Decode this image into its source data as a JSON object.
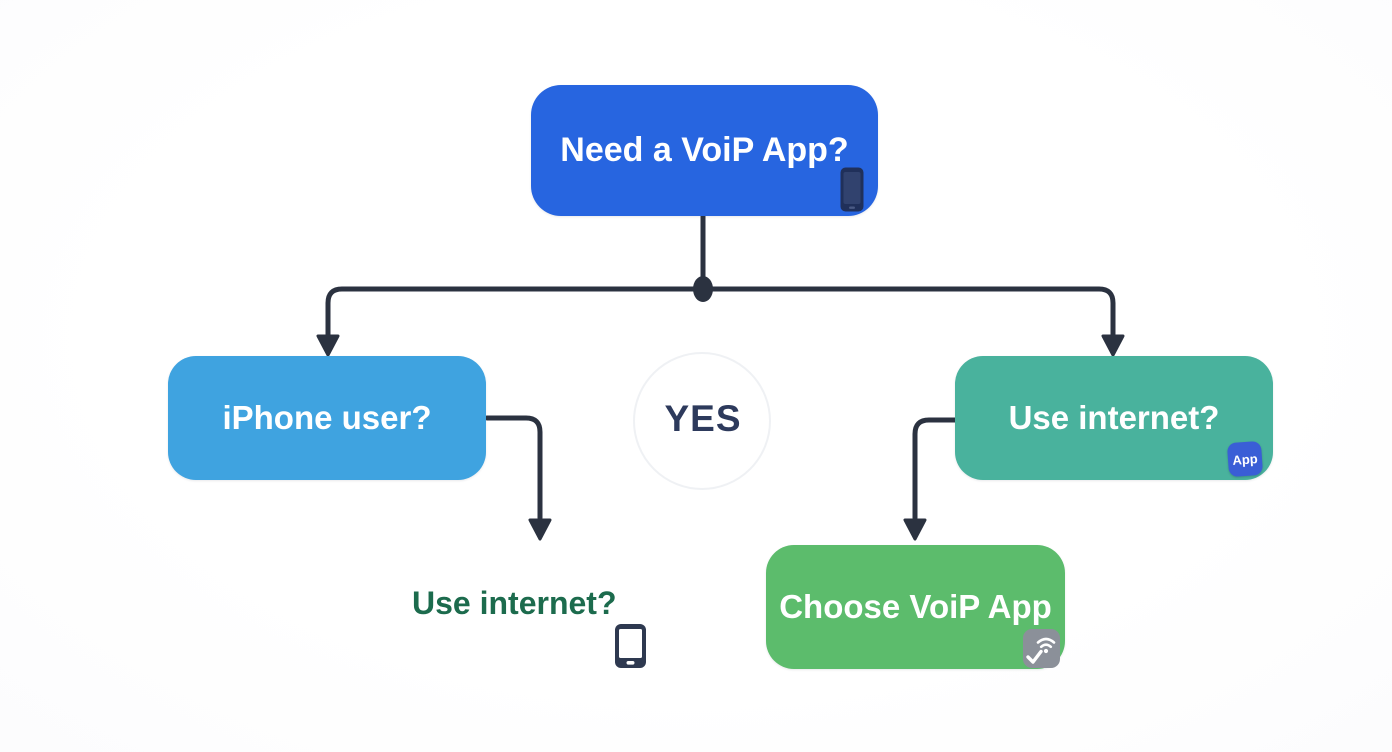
{
  "diagram": {
    "root": {
      "label": "Need a VoiP App?"
    },
    "branch_label": "YES",
    "left": {
      "label": "iPhone user?"
    },
    "right": {
      "label": "Use internet?",
      "badge": "App"
    },
    "left_leaf": {
      "label": "Use internet?"
    },
    "right_leaf": {
      "label": "Choose VoiP App"
    }
  },
  "icons": {
    "root_icon": "smartphone-icon",
    "right_badge_icon": "app-badge",
    "right_leaf_icon": "wifi-check-icon",
    "left_leaf_icon": "smartphone-outline-icon"
  },
  "colors": {
    "root_box": "#2765E0",
    "left_box": "#3FA3E0",
    "right_box": "#49B29D",
    "child_box": "#5CBC6C",
    "connector": "#2B3240",
    "branch_text": "#2D3A5C",
    "leaf_text": "#1C6B4D",
    "app_badge": "#3A5ED6",
    "wifi_badge": "#8B9099",
    "background": "#FFFFFF"
  }
}
